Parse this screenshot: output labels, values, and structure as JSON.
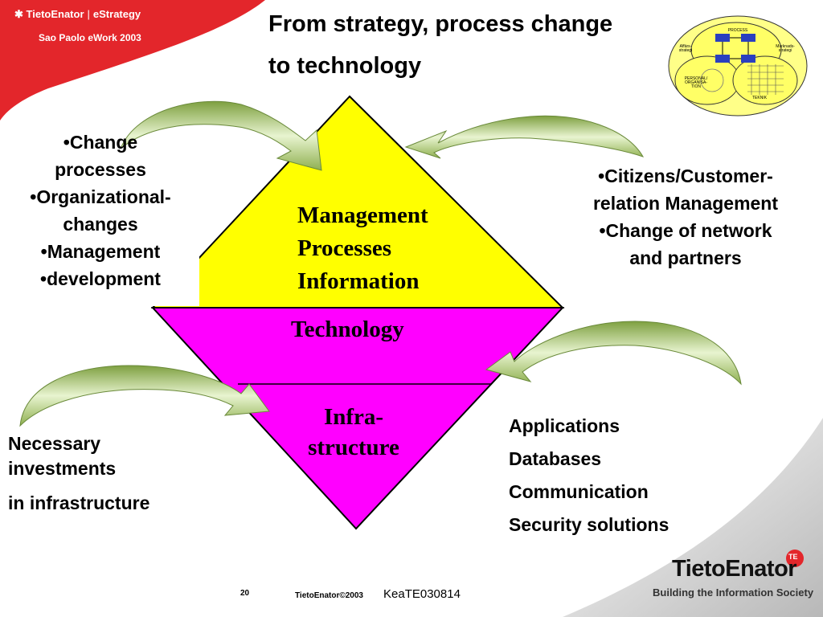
{
  "header": {
    "brand": "TietoEnator",
    "separator": "|",
    "product": "eStrategy",
    "subtitle": "Sao Paolo eWork 2003"
  },
  "title": {
    "line1": "From strategy, process change",
    "line2": "to technology"
  },
  "left_bullets": [
    "•Change",
    "processes",
    "•Organizational-",
    "changes",
    "•Management",
    "•development"
  ],
  "right_bullets": [
    "•Citizens/Customer-",
    "relation Management",
    "•Change of network",
    "and partners"
  ],
  "diamond": {
    "top": [
      "Management",
      "Processes",
      "Information"
    ],
    "middle": "Technology",
    "bottom": [
      "Infra-",
      "structure"
    ]
  },
  "bottom_left": [
    "Necessary",
    "investments",
    "in infrastructure"
  ],
  "bottom_right": [
    "Applications",
    "Databases",
    "Communication",
    "Security solutions"
  ],
  "thumbnail": {
    "process": "PROCESS",
    "affars": [
      "Affärs-",
      "strategi"
    ],
    "marknads": [
      "Marknads-",
      "strategi"
    ],
    "personal": [
      "PERSONAL/",
      "ORGANISA-",
      "TION"
    ],
    "teknik": "TEKNIK"
  },
  "footer": {
    "page": "20",
    "copyright": "TietoEnator©2003",
    "code": "KeaTE030814"
  },
  "logo": {
    "name": "TietoEnator",
    "badge": "TE",
    "tagline": "Building the Information Society"
  },
  "colors": {
    "brand_red": "#e3262b",
    "diamond_yellow": "#ffff00",
    "diamond_magenta": "#ff00ff",
    "arrow_green": "#9ec060",
    "thumb_fill": "#ffff88"
  }
}
